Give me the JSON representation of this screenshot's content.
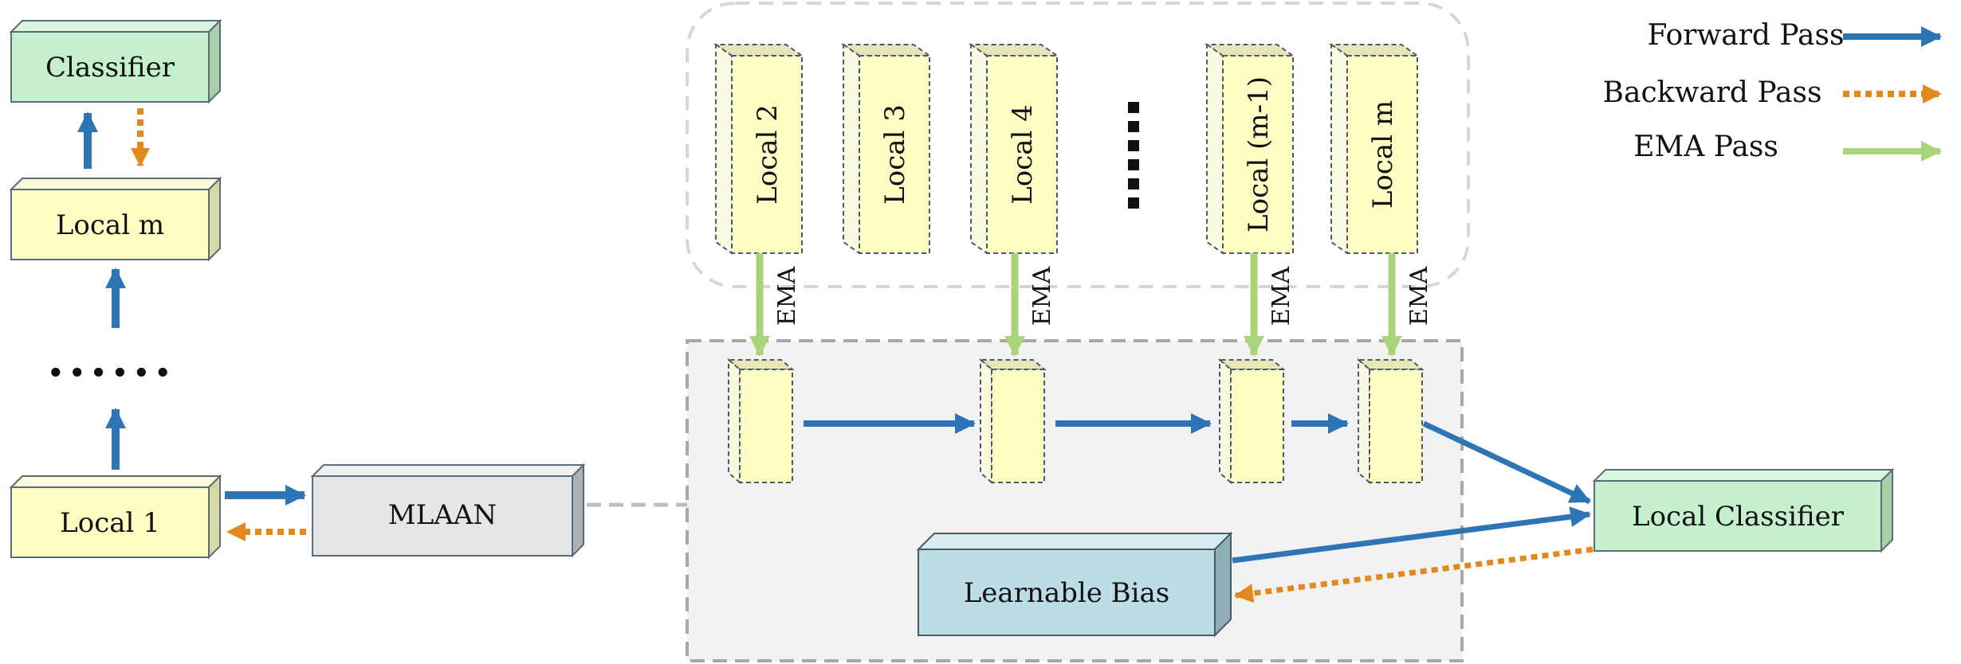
{
  "left_stack": {
    "classifier": "Classifier",
    "local_m": "Local m",
    "ellipsis": "......",
    "local_1": "Local 1"
  },
  "mlaan": "MLAAN",
  "top_group": {
    "locals": [
      "Local 2",
      "Local 3",
      "Local 4",
      "Local (m-1)",
      "Local m"
    ],
    "ellipsis": "......"
  },
  "ema_label": "EMA",
  "learnable_bias": "Learnable Bias",
  "local_classifier": "Local Classifier",
  "legend": {
    "forward": "Forward Pass",
    "backward": "Backward Pass",
    "ema": "EMA Pass"
  },
  "colors": {
    "forward": "#2e75b6",
    "backward": "#e08a1e",
    "ema": "#a9d47a",
    "green_box": "#c6efce",
    "yellow_box": "#fdfdc4",
    "grey_box": "#e6e6e6",
    "blue_box": "#bcdde6"
  }
}
